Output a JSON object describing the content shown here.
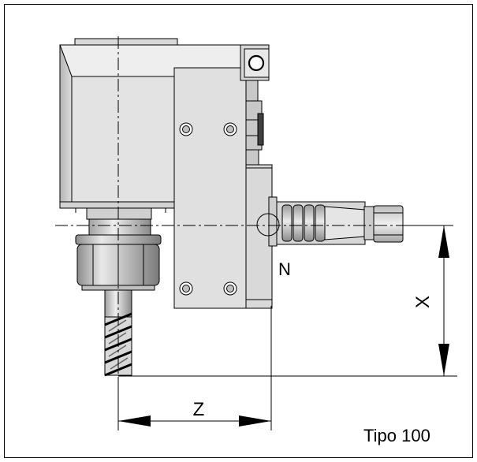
{
  "labels": {
    "point": "N",
    "dim_vertical": "X",
    "dim_horizontal": "Z",
    "model": "Tipo 100"
  }
}
